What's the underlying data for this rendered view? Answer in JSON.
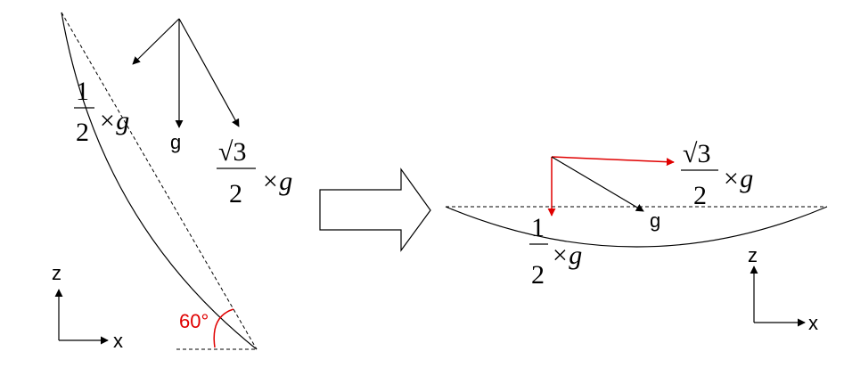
{
  "left": {
    "half_num": "1",
    "half_den": "2",
    "times_g": "×g",
    "g_label": "g",
    "sqrt_num": "√3",
    "sqrt_den": "2",
    "sqrt_times_g": "×g",
    "angle_label": "60°",
    "axis_z": "z",
    "axis_x": "x"
  },
  "right": {
    "sqrt_num": "√3",
    "sqrt_den": "2",
    "sqrt_times_g": "×g",
    "g_label": "g",
    "half_num": "1",
    "half_den": "2",
    "times_g": "×g",
    "axis_z": "z",
    "axis_x": "x"
  },
  "colors": {
    "accent_red": "#e00000",
    "ink": "#000000"
  }
}
